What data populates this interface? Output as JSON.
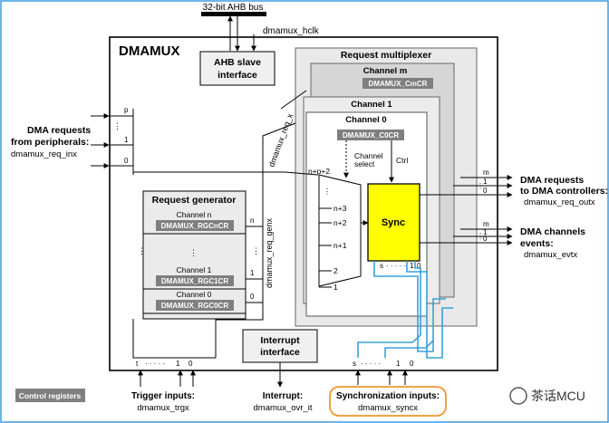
{
  "bus": {
    "label": "32-bit AHB bus",
    "clock": "dmamux_hclk"
  },
  "dmamux": {
    "title": "DMAMUX"
  },
  "ahb_slave": {
    "line1": "AHB slave",
    "line2": "interface"
  },
  "request_mux": {
    "title": "Request multiplexer"
  },
  "channel_m": {
    "title": "Channel m",
    "reg": "DMAMUX_CmCR"
  },
  "channel_1": {
    "title": "Channel 1"
  },
  "channel_0": {
    "title": "Channel 0",
    "reg": "DMAMUX_C0CR",
    "select_line1": "Channel",
    "select_line2": "select",
    "ctrl": "Ctrl"
  },
  "sync": {
    "label": "Sync"
  },
  "mux_inputs": [
    "n+p+2",
    "n+3",
    "n+2",
    "n+1",
    "2",
    "1"
  ],
  "dma_req_label": "dmamux_req_x",
  "req_genx_label": "dmamux_req_genx",
  "peripherals": {
    "line1": "DMA requests",
    "line2": "from peripherals:",
    "signal": "dmamux_req_inx",
    "idx_p": "p",
    "idx_1": "1",
    "idx_0": "0"
  },
  "req_gen": {
    "title": "Request generator",
    "rows": [
      {
        "channel": "Channel n",
        "reg": "DMAMUX_RGCnCR",
        "idx": "n"
      },
      {
        "channel": "Channel 1",
        "reg": "DMAMUX_RGC1CR",
        "idx": "1"
      },
      {
        "channel": "Channel 0",
        "reg": "DMAMUX_RGC0CR",
        "idx": "0"
      }
    ]
  },
  "interrupt_if": {
    "line1": "Interrupt",
    "line2": "interface"
  },
  "outputs": {
    "dma_req": {
      "line1": "DMA requests",
      "line2": "to DMA controllers:",
      "signal": "dmamux_req_outx",
      "idx_m": "m",
      "idx_1": "1",
      "idx_0": "0"
    },
    "dma_evt": {
      "line1": "DMA channels",
      "line2": "events:",
      "signal": "dmamux_evtx",
      "idx_m": "m",
      "idx_1": "1",
      "idx_0": "0"
    }
  },
  "sync_idx": {
    "s": "s",
    "one": "1",
    "zero": "0"
  },
  "trigger": {
    "line1": "Trigger inputs:",
    "signal": "dmamux_trgx",
    "t": "t",
    "one": "1",
    "zero": "0"
  },
  "interrupt": {
    "line1": "Interrupt:",
    "signal": "dmamux_ovr_it"
  },
  "sync_inputs": {
    "line1": "Synchronization inputs:",
    "signal": "dmamux_syncx",
    "s": "s",
    "one": "1",
    "zero": "0"
  },
  "control_registers": {
    "label": "Control registers"
  },
  "watermark": {
    "text": "茶话MCU"
  },
  "colors": {
    "reg_fill": "#7f7f7f",
    "sync_fill": "#ffff00",
    "blue": "#3aa0d8",
    "orange": "#f0962e"
  }
}
